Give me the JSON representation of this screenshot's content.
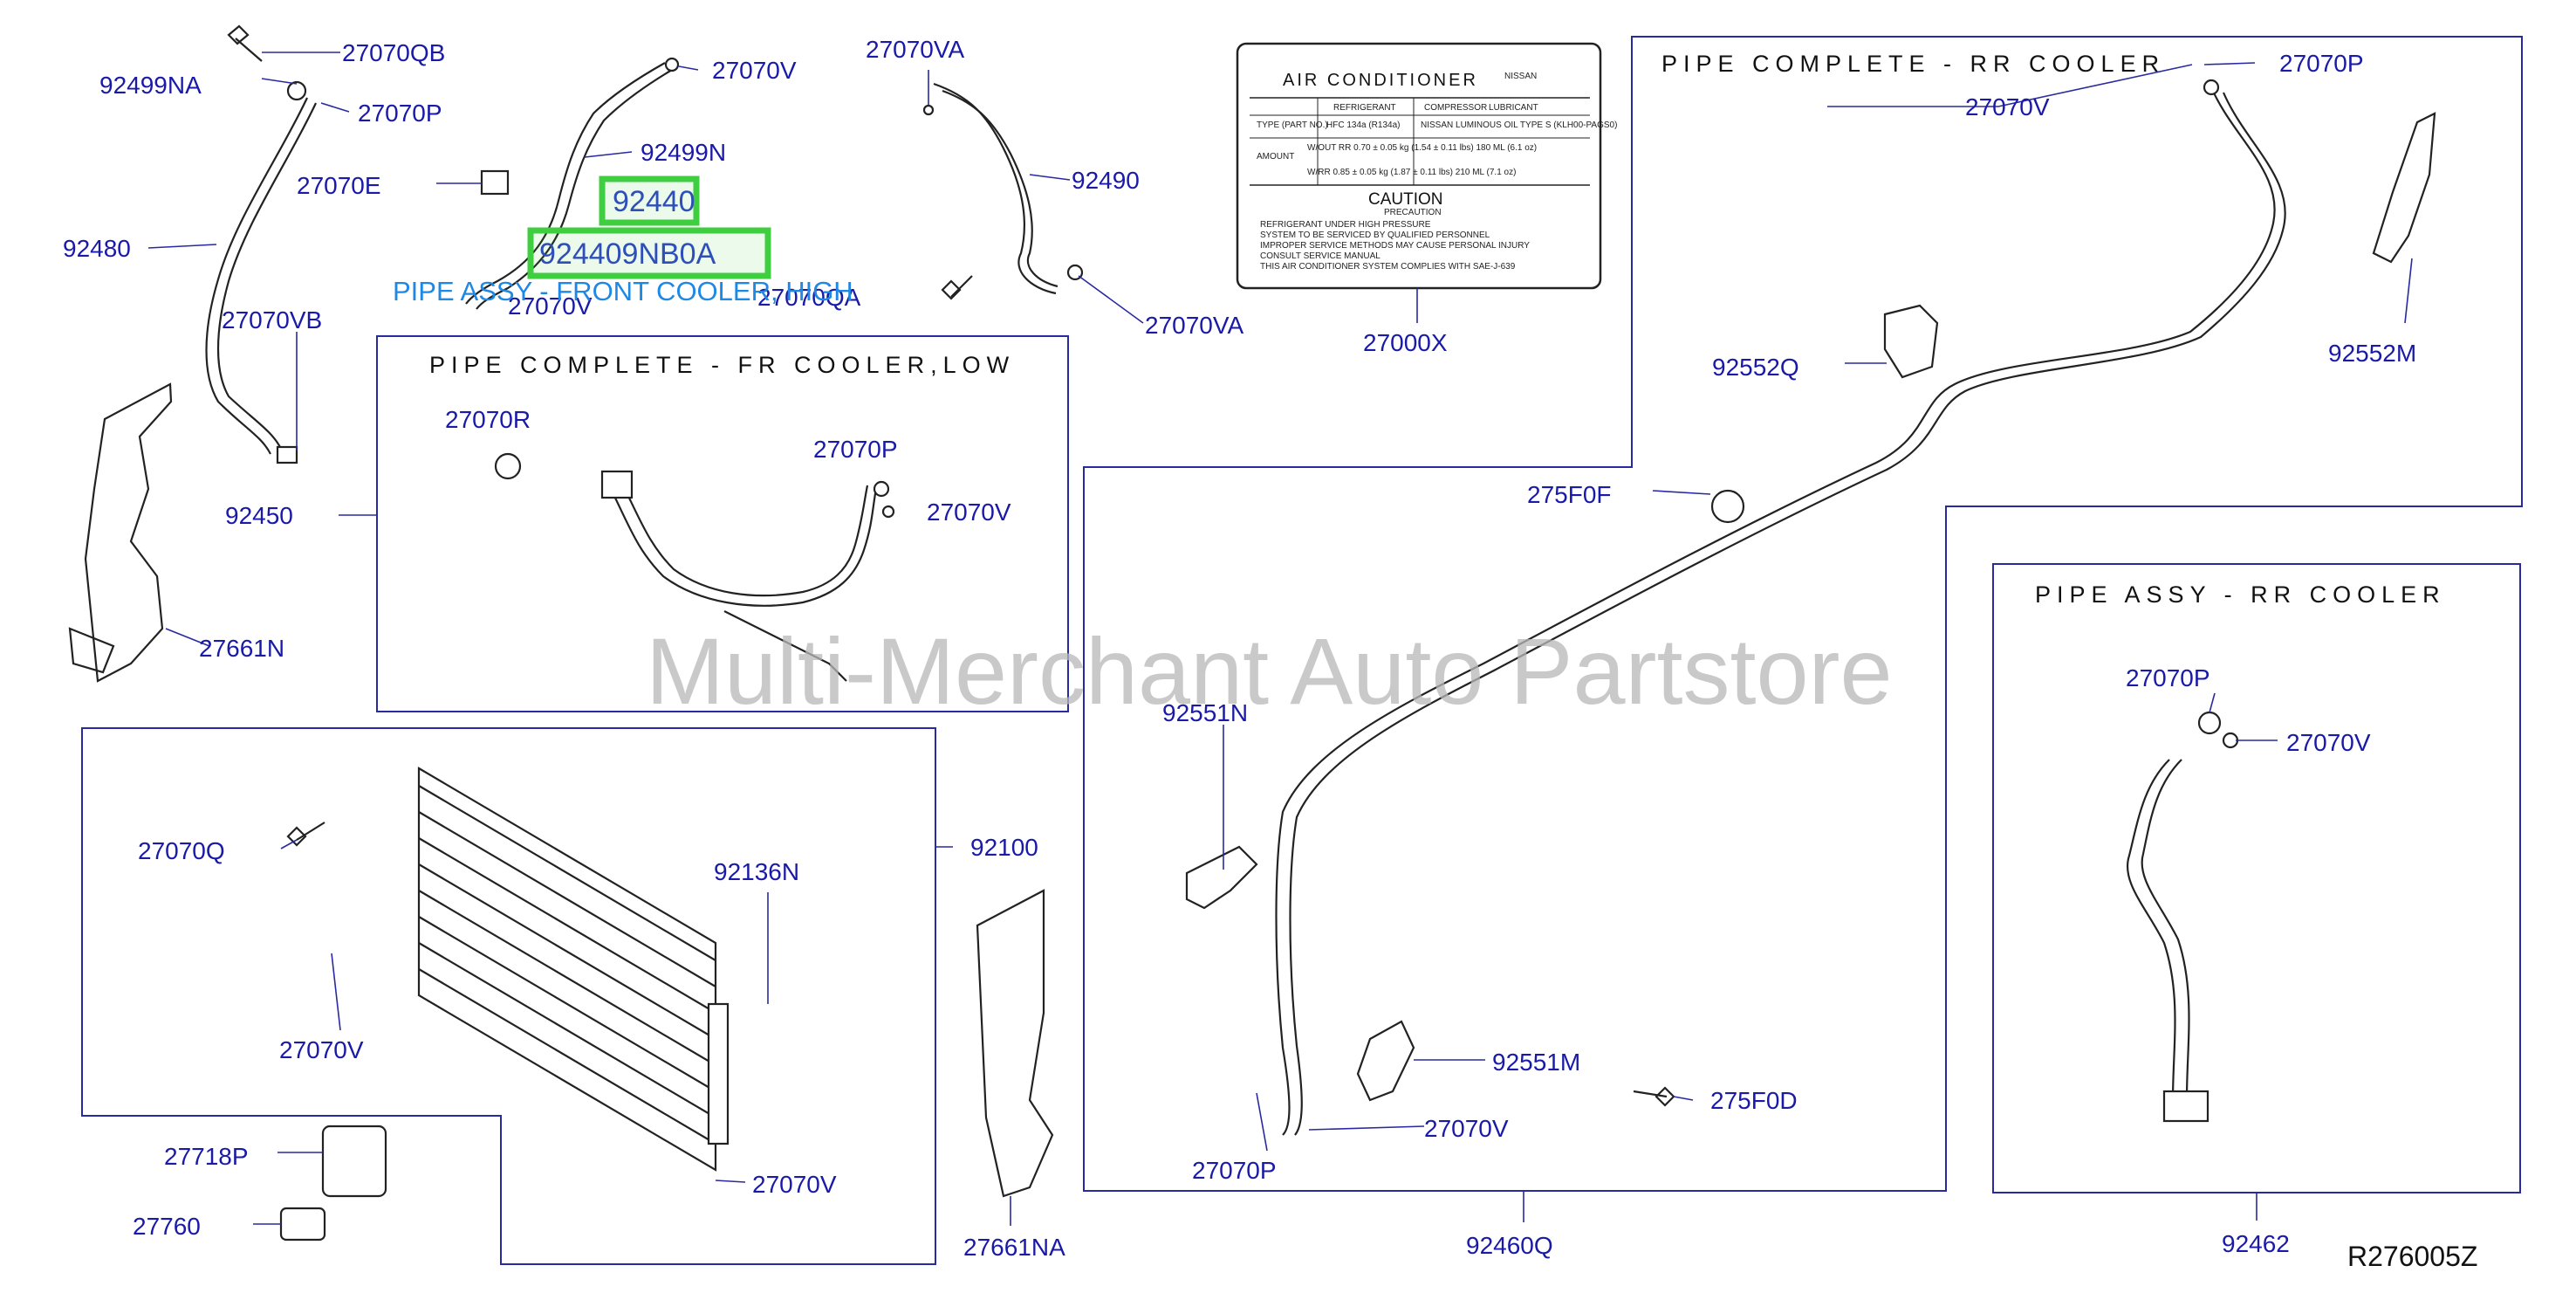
{
  "diagram_code": "R276005Z",
  "watermark": "Multi-Merchant Auto Partstore",
  "highlight": {
    "part": "92440",
    "part_number": "924409NB0A",
    "description": "PIPE ASSY - FRONT COOLER, HIGH"
  },
  "frames": {
    "rr_complete": "PIPE COMPLETE - RR COOLER",
    "fr_low": "PIPE COMPLETE - FR COOLER,LOW",
    "rr_assy": "PIPE ASSY - RR COOLER"
  },
  "label_plate": {
    "title": "AIR CONDITIONER",
    "brand": "NISSAN",
    "col_refrigerant": "REFRIGERANT",
    "col_compressor": "COMPRESSOR",
    "col_lubricant": "LUBRICANT",
    "type_part": "TYPE (PART NO.)",
    "hfc": "HFC 134a (R134a)",
    "oil": "NISSAN LUMINOUS OIL TYPE S (KLH00-PAGS0)",
    "amount": "AMOUNT",
    "row1": "W/OUT RR  0.70 ± 0.05 kg (1.54 ± 0.11 lbs)   180 ML (6.1 oz)",
    "row2": "W/RR  0.85 ± 0.05 kg (1.87 ± 0.11 lbs)   210 ML (7.1 oz)",
    "caution": "CAUTION",
    "precaution": "PRECAUTION",
    "bullet1": "REFRIGERANT UNDER HIGH PRESSURE",
    "bullet2": "SYSTEM TO BE SERVICED BY QUALIFIED PERSONNEL",
    "bullet3": "IMPROPER SERVICE METHODS MAY CAUSE PERSONAL INJURY",
    "bullet4": "CONSULT SERVICE MANUAL",
    "bullet5": "THIS AIR CONDITIONER SYSTEM COMPLIES WITH SAE-J-639"
  },
  "labels": [
    {
      "id": "l1",
      "text": "27070QB"
    },
    {
      "id": "l2",
      "text": "92499NA"
    },
    {
      "id": "l3",
      "text": "27070P"
    },
    {
      "id": "l4",
      "text": "27070E"
    },
    {
      "id": "l5",
      "text": "92480"
    },
    {
      "id": "l6",
      "text": "27070VB"
    },
    {
      "id": "l7",
      "text": "92450"
    },
    {
      "id": "l8",
      "text": "27661N"
    },
    {
      "id": "l9",
      "text": "27070V"
    },
    {
      "id": "l10",
      "text": "92499N"
    },
    {
      "id": "l11",
      "text": "27070V"
    },
    {
      "id": "l12",
      "text": "27070VA"
    },
    {
      "id": "l13",
      "text": "92490"
    },
    {
      "id": "l14",
      "text": "27070QA"
    },
    {
      "id": "l15",
      "text": "27070VA"
    },
    {
      "id": "l16",
      "text": "27000X"
    },
    {
      "id": "l17",
      "text": "27070R"
    },
    {
      "id": "l18",
      "text": "27070P"
    },
    {
      "id": "l19",
      "text": "27070V"
    },
    {
      "id": "l20",
      "text": "27070P"
    },
    {
      "id": "l21",
      "text": "27070V"
    },
    {
      "id": "l22",
      "text": "92552Q"
    },
    {
      "id": "l23",
      "text": "92552M"
    },
    {
      "id": "l24",
      "text": "275F0F"
    },
    {
      "id": "l25",
      "text": "92551N"
    },
    {
      "id": "l26",
      "text": "92551M"
    },
    {
      "id": "l27",
      "text": "275F0D"
    },
    {
      "id": "l28",
      "text": "27070V"
    },
    {
      "id": "l29",
      "text": "27070P"
    },
    {
      "id": "l30",
      "text": "92460Q"
    },
    {
      "id": "l31",
      "text": "27070P"
    },
    {
      "id": "l32",
      "text": "27070V"
    },
    {
      "id": "l33",
      "text": "92462"
    },
    {
      "id": "l34",
      "text": "27070Q"
    },
    {
      "id": "l35",
      "text": "92136N"
    },
    {
      "id": "l36",
      "text": "92100"
    },
    {
      "id": "l37",
      "text": "27070V"
    },
    {
      "id": "l38",
      "text": "27070V"
    },
    {
      "id": "l39",
      "text": "27718P"
    },
    {
      "id": "l40",
      "text": "27760"
    },
    {
      "id": "l41",
      "text": "27661NA"
    }
  ]
}
